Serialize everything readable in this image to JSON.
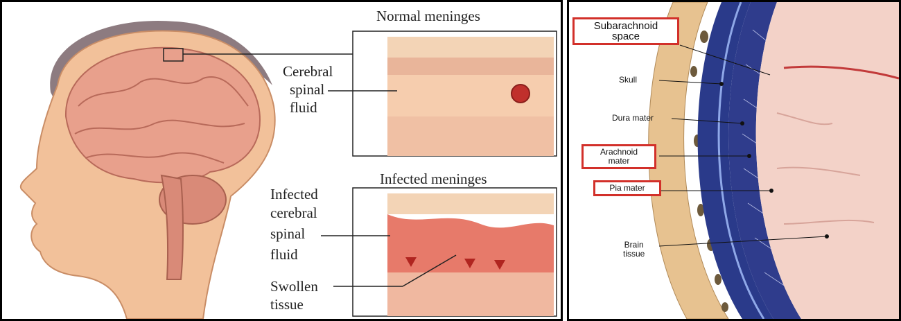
{
  "left": {
    "normal_title": "Normal meninges",
    "infected_title": "Infected meninges",
    "csf_label": [
      "Cerebral",
      "spinal",
      "fluid"
    ],
    "infected_csf_label": [
      "Infected",
      "cerebral",
      "spinal",
      "fluid"
    ],
    "swollen_label": [
      "Swollen",
      "tissue"
    ]
  },
  "right": {
    "subarachnoid": [
      "Subarachnoid",
      "space"
    ],
    "skull": "Skull",
    "dura": "Dura mater",
    "arachnoid": [
      "Arachnoid",
      "mater"
    ],
    "pia": "Pia mater",
    "brain": [
      "Brain",
      "tissue"
    ]
  },
  "colors": {
    "highlight_box": "#d2302a",
    "skin": "#f2c19a",
    "brain": "#e8a08c",
    "dura": "#2a3a8a"
  }
}
